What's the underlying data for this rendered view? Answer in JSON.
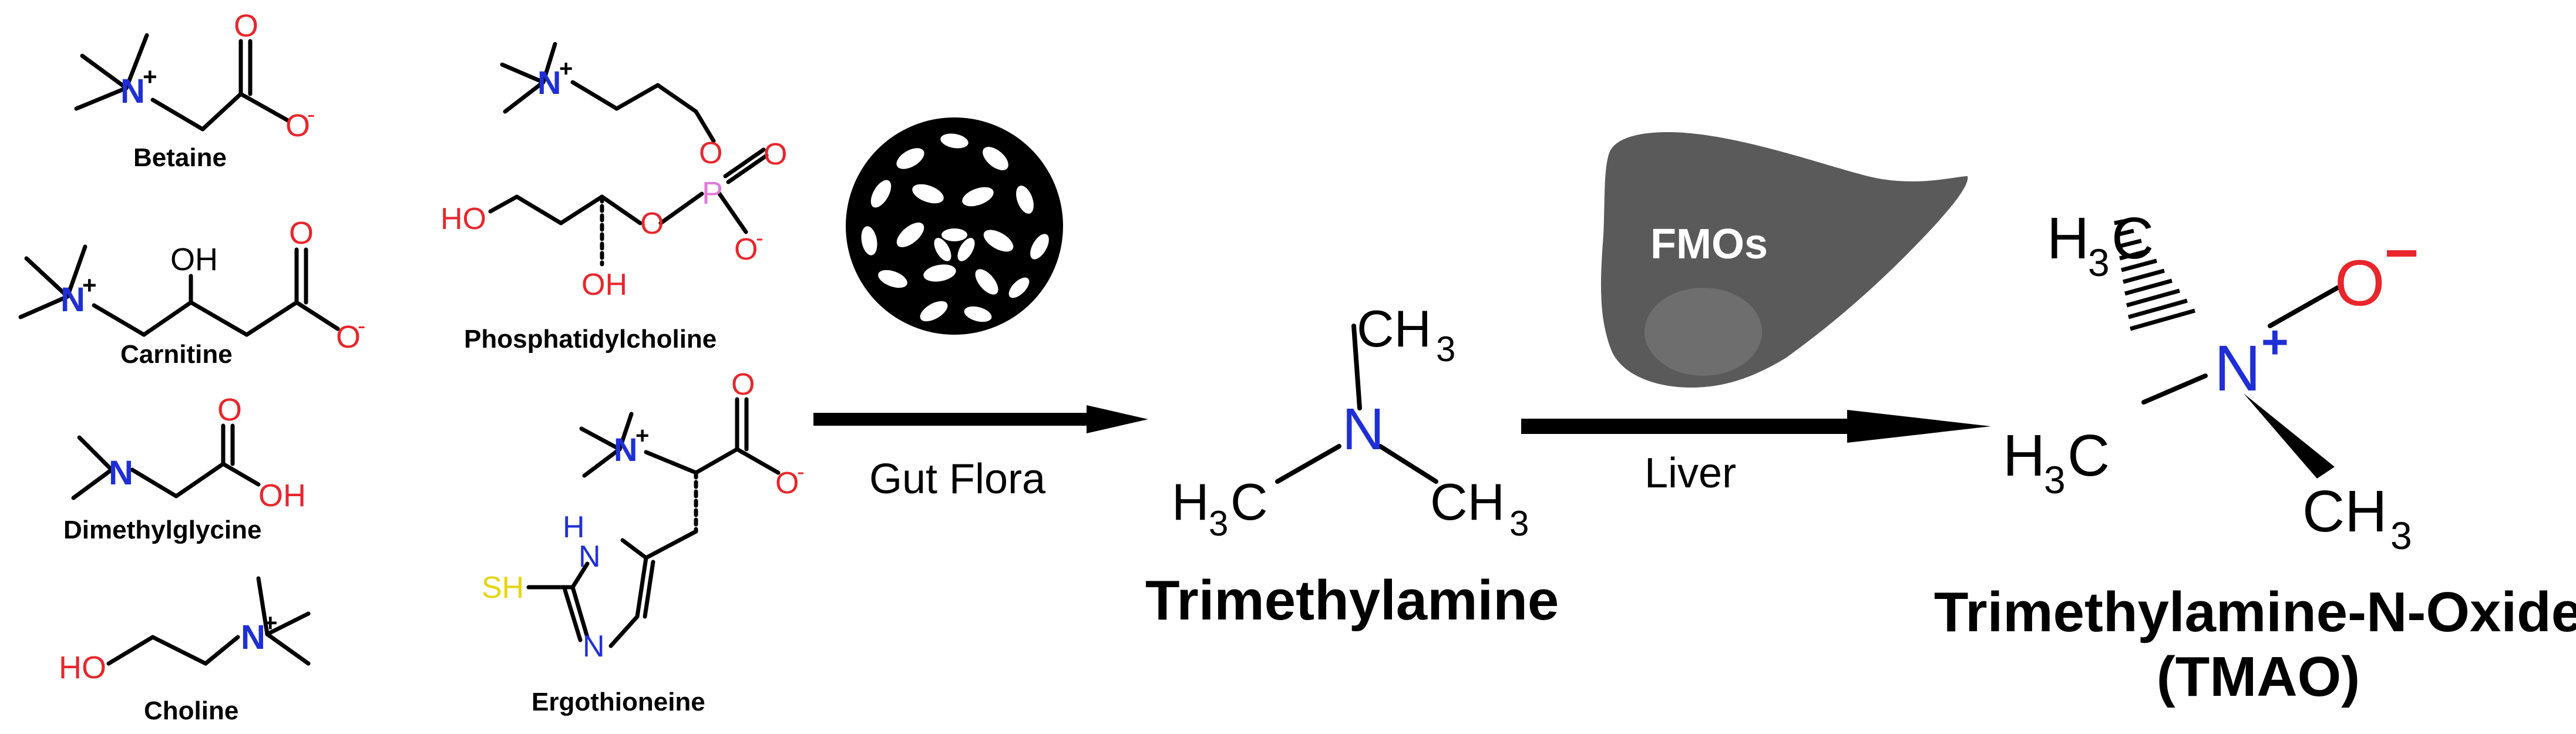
{
  "colors": {
    "bond": "#000000",
    "nitrogen": "#1f2fd6",
    "oxygen": "#e8262b",
    "phosphorus": "#e07ad8",
    "sulfur": "#e3d60e",
    "liver_dark": "#5a5a5a",
    "liver_lobe": "#6e6e6e",
    "white": "#ffffff"
  },
  "precursors": {
    "betaine": {
      "name": "Betaine",
      "n": "N",
      "charge": "+",
      "o": "O",
      "o_minus": "O",
      "minus": "-"
    },
    "carnitine": {
      "name": "Carnitine",
      "n": "N",
      "charge": "+",
      "oh": "OH",
      "o": "O",
      "o_minus": "O",
      "minus": "-"
    },
    "dimethylglycine": {
      "name": "Dimethylglycine",
      "n": "N",
      "o": "O",
      "oh": "OH"
    },
    "choline": {
      "name": "Choline",
      "n": "N",
      "charge": "+",
      "ho": "HO"
    },
    "phosphatidylcholine": {
      "name": "Phosphatidylcholine",
      "n": "N",
      "charge": "+",
      "o1": "O",
      "o2": "O",
      "p": "P",
      "o3": "O",
      "o_minus": "O",
      "minus": "-",
      "ho": "HO",
      "oh": "OH"
    },
    "ergothioneine": {
      "name": "Ergothioneine",
      "n": "N",
      "charge": "+",
      "o": "O",
      "o_minus": "O",
      "minus": "-",
      "nh_n": "N",
      "nh_h": "H",
      "n2": "N",
      "sh": "SH"
    }
  },
  "step1": {
    "label": "Gut Flora",
    "microbe_icon": "bacteria-icon"
  },
  "tma": {
    "name": "Trimethylamine",
    "n": "N",
    "top_c": "CH",
    "top_sub": "3",
    "left_h": "H",
    "left_sub": "3",
    "left_c": "C",
    "right_c": "CH",
    "right_sub": "3"
  },
  "step2": {
    "label": "Liver",
    "organ_label": "FMOs",
    "organ_icon": "liver-icon"
  },
  "tmao": {
    "name": "Trimethylamine-N-Oxide",
    "abbr": "(TMAO)",
    "n": "N",
    "n_charge": "+",
    "o": "O",
    "o_charge": "−",
    "tl_h": "H",
    "tl_sub": "3",
    "tl_c": "C",
    "l_h": "H",
    "l_sub": "3",
    "l_c": "C",
    "r_c": "CH",
    "r_sub": "3"
  }
}
